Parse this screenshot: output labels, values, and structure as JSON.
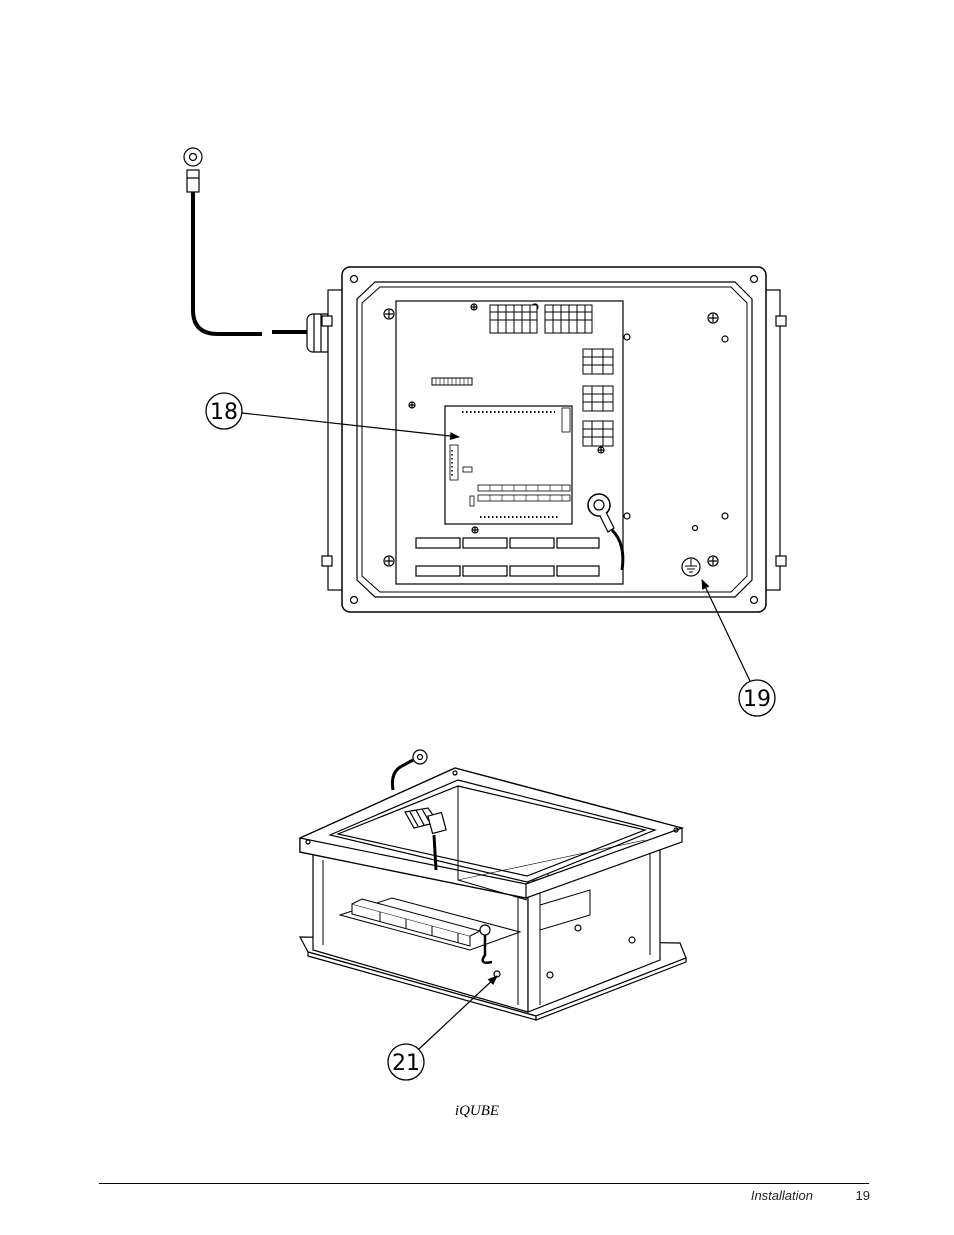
{
  "callouts": {
    "c18": "18",
    "c19": "19",
    "c21": "21"
  },
  "caption": "iQUBE",
  "footer": {
    "section": "Installation",
    "page": "19"
  }
}
